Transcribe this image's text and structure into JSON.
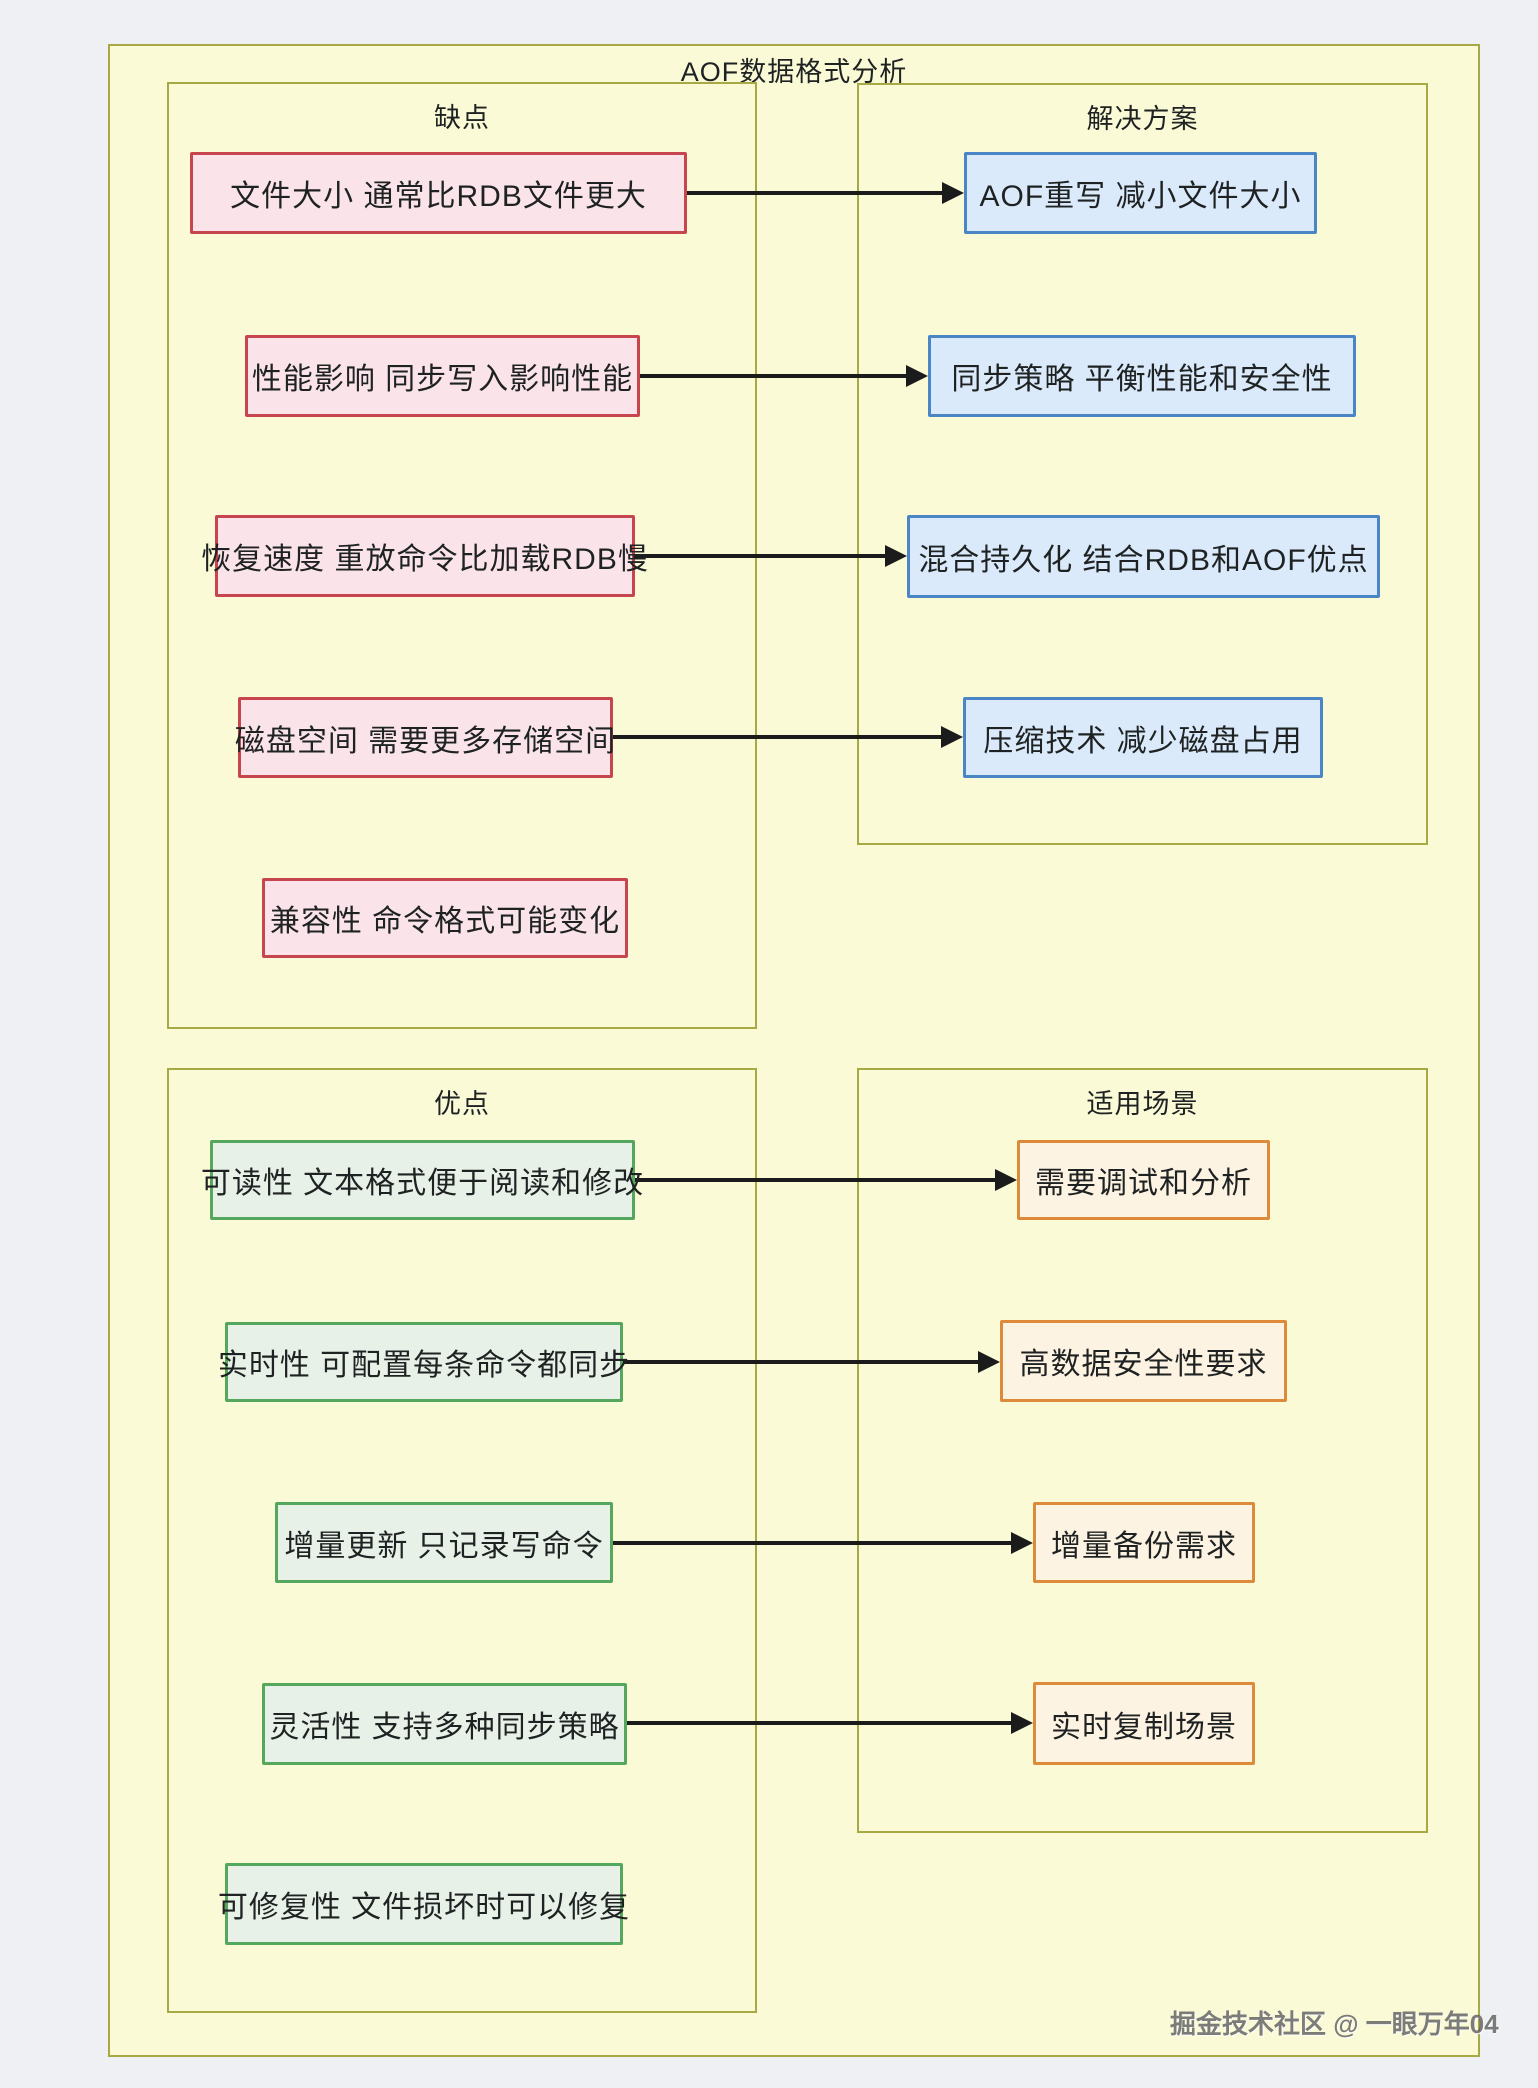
{
  "page": {
    "title": "AOF数据格式分析",
    "watermark": "掘金技术社区 @ 一眼万年04"
  },
  "colors": {
    "page_background": "#eef0f4",
    "container_fill": "#fafad7",
    "container_border": "#a6a944",
    "disadvantage_fill": "#fae4ea",
    "disadvantage_border": "#c6454f",
    "solution_fill": "#daeafa",
    "solution_border": "#4a86c5",
    "advantage_fill": "#e8f1e8",
    "advantage_border": "#55a75e",
    "scenario_fill": "#fdf3e2",
    "scenario_border": "#dd8a3a",
    "arrow": "#1b1b1b",
    "text": "#1f2222"
  },
  "sections": {
    "disadvantages": {
      "title": "缺点",
      "nodes": [
        {
          "label": "文件大小 通常比RDB文件更大"
        },
        {
          "label": "性能影响 同步写入影响性能"
        },
        {
          "label": "恢复速度 重放命令比加载RDB慢"
        },
        {
          "label": "磁盘空间 需要更多存储空间"
        },
        {
          "label": "兼容性 命令格式可能变化"
        }
      ]
    },
    "solutions": {
      "title": "解决方案",
      "nodes": [
        {
          "label": "AOF重写 减小文件大小"
        },
        {
          "label": "同步策略 平衡性能和安全性"
        },
        {
          "label": "混合持久化 结合RDB和AOF优点"
        },
        {
          "label": "压缩技术 减少磁盘占用"
        }
      ]
    },
    "advantages": {
      "title": "优点",
      "nodes": [
        {
          "label": "可读性 文本格式便于阅读和修改"
        },
        {
          "label": "实时性 可配置每条命令都同步"
        },
        {
          "label": "增量更新 只记录写命令"
        },
        {
          "label": "灵活性 支持多种同步策略"
        },
        {
          "label": "可修复性 文件损坏时可以修复"
        }
      ]
    },
    "scenarios": {
      "title": "适用场景",
      "nodes": [
        {
          "label": "需要调试和分析"
        },
        {
          "label": "高数据安全性要求"
        },
        {
          "label": "增量备份需求"
        },
        {
          "label": "实时复制场景"
        }
      ]
    }
  },
  "connections": [
    {
      "from": "文件大小 通常比RDB文件更大",
      "to": "AOF重写 减小文件大小"
    },
    {
      "from": "性能影响 同步写入影响性能",
      "to": "同步策略 平衡性能和安全性"
    },
    {
      "from": "恢复速度 重放命令比加载RDB慢",
      "to": "混合持久化 结合RDB和AOF优点"
    },
    {
      "from": "磁盘空间 需要更多存储空间",
      "to": "压缩技术 减少磁盘占用"
    },
    {
      "from": "可读性 文本格式便于阅读和修改",
      "to": "需要调试和分析"
    },
    {
      "from": "实时性 可配置每条命令都同步",
      "to": "高数据安全性要求"
    },
    {
      "from": "增量更新 只记录写命令",
      "to": "增量备份需求"
    },
    {
      "from": "灵活性 支持多种同步策略",
      "to": "实时复制场景"
    }
  ]
}
